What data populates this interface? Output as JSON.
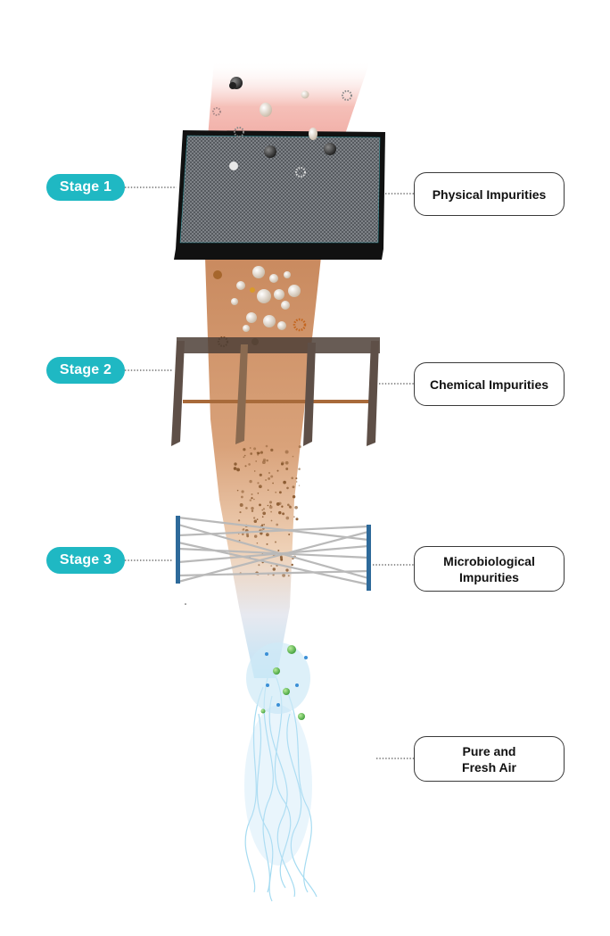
{
  "stages": [
    {
      "label": "Stage 1"
    },
    {
      "label": "Stage 2"
    },
    {
      "label": "Stage 3"
    }
  ],
  "impurities": [
    {
      "label": "Physical Impurities"
    },
    {
      "label": "Chemical Impurities"
    },
    {
      "label": "Microbiological\nImpurities"
    },
    {
      "label": "Pure and\nFresh Air"
    }
  ],
  "colors": {
    "accent": "#1fb8c3",
    "frame": "#111111",
    "mesh": "#6f7378",
    "carbon_post": "#5e4f47",
    "hepa_bar": "#2e6a9a",
    "air_pink": "#f0a39a",
    "air_brown": "#c98a5f",
    "air_blue": "#9fd8ee",
    "particle_green": "#52b848"
  }
}
